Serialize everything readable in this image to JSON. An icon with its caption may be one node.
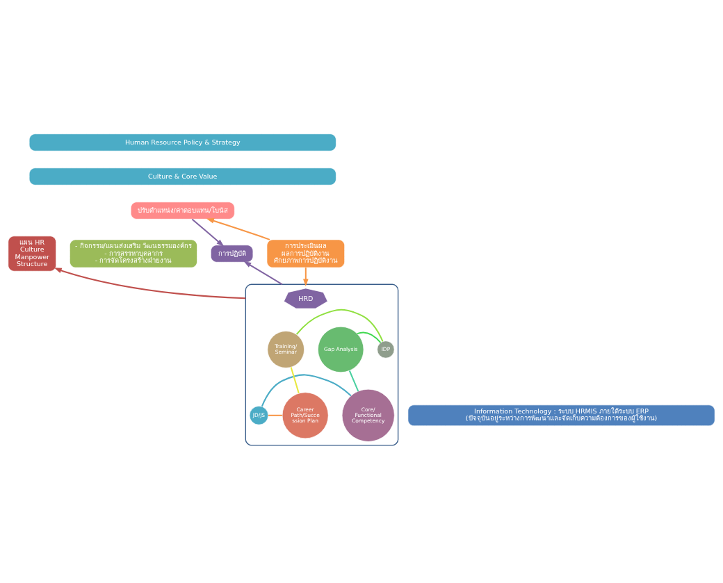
{
  "diagram": {
    "nodes": [
      {
        "text": [
          "Human Resource Policy & Strategy"
        ]
      },
      {
        "text": [
          "Culture & Core Value"
        ]
      },
      {
        "text": [
          "ปรับตำแหน่ง/ค่าตอบแทน/โบนัส"
        ]
      },
      {
        "text": [
          "แผน HR",
          "Culture",
          "Manpower",
          "Structure"
        ]
      },
      {
        "text": [
          "- กิจกรรม/แผนส่งเสริม วัฒนธรรมองค์กร",
          "- การสรรหาบุคลากร",
          "- การจัดโครงสร้างฝ่ายงาน"
        ]
      },
      {
        "text": [
          "การปฏิบัติ"
        ]
      },
      {
        "text": [
          "การประเมินผล",
          "ผลการปฏิบัติงาน",
          "ศักยภาพการปฏิบัติงาน"
        ]
      },
      {
        "text": [],
        "shape": "box"
      },
      {
        "text": [
          "HRD"
        ],
        "in": 7
      },
      {
        "text": [
          "JD/JS"
        ],
        "in": 7
      },
      {
        "text": [
          "Core/ Functional Competency"
        ],
        "in": 7
      },
      {
        "text": [
          "Gap Analysis"
        ],
        "in": 7
      },
      {
        "text": [
          "IDP"
        ],
        "in": 7
      },
      {
        "text": [
          "Training/ Seminar"
        ],
        "in": 7
      },
      {
        "text": [
          "Career Path/Succe ssion Plan"
        ],
        "in": 7
      },
      {
        "text": [
          "Information Technology : ระบบ HRMIS ภายใต้ระบบ ERP",
          "(ปัจจุบันอยู่ระหว่างการพัฒนาและจัดเก็บความต้องการของผู้ใช้งาน)"
        ]
      }
    ],
    "edges": [
      {
        "from": 6,
        "to": 2,
        "arrow": "to",
        "color": "#f79646"
      },
      {
        "from": 2,
        "to": 5,
        "arrow": "to",
        "color": "#8064a2"
      },
      {
        "from": 6,
        "to": 7,
        "arrow": "to",
        "color": "#f79646"
      },
      {
        "from": 7,
        "to": 3,
        "arrow": "to",
        "color": "#c0504d"
      },
      {
        "from": 7,
        "to": 5,
        "arrow": "to",
        "color": "#8064a2"
      },
      {
        "from": 14,
        "to": 9,
        "arrow": "none",
        "color": "#f79646"
      },
      {
        "from": 9,
        "to": 10,
        "arrow": "none",
        "color": "#4bacc6"
      },
      {
        "from": 10,
        "to": 11,
        "arrow": "none",
        "color": "#4ad0a0"
      },
      {
        "from": 11,
        "to": 12,
        "arrow": "none",
        "color": "#40d850"
      },
      {
        "from": 12,
        "to": 13,
        "arrow": "none",
        "color": "#90e040"
      },
      {
        "from": 13,
        "to": 14,
        "arrow": "none",
        "color": "#e8e840"
      }
    ]
  }
}
